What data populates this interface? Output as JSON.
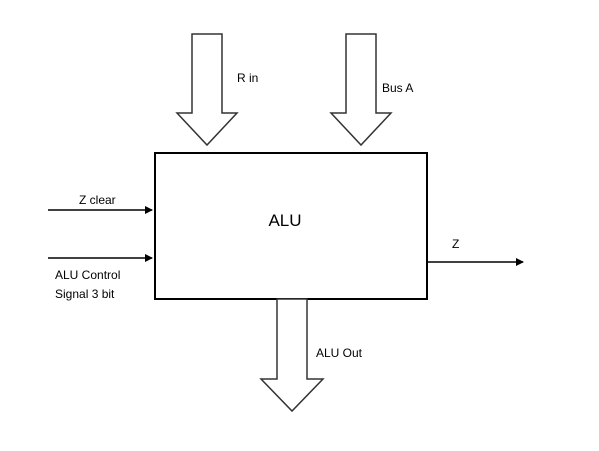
{
  "diagram": {
    "block_label": "ALU",
    "inputs": {
      "r_in": "R in",
      "bus_a": "Bus A",
      "z_clear": "Z clear",
      "alu_control_line1": "ALU Control",
      "alu_control_line2": "Signal 3 bit"
    },
    "outputs": {
      "z": "Z",
      "alu_out": "ALU Out"
    }
  }
}
